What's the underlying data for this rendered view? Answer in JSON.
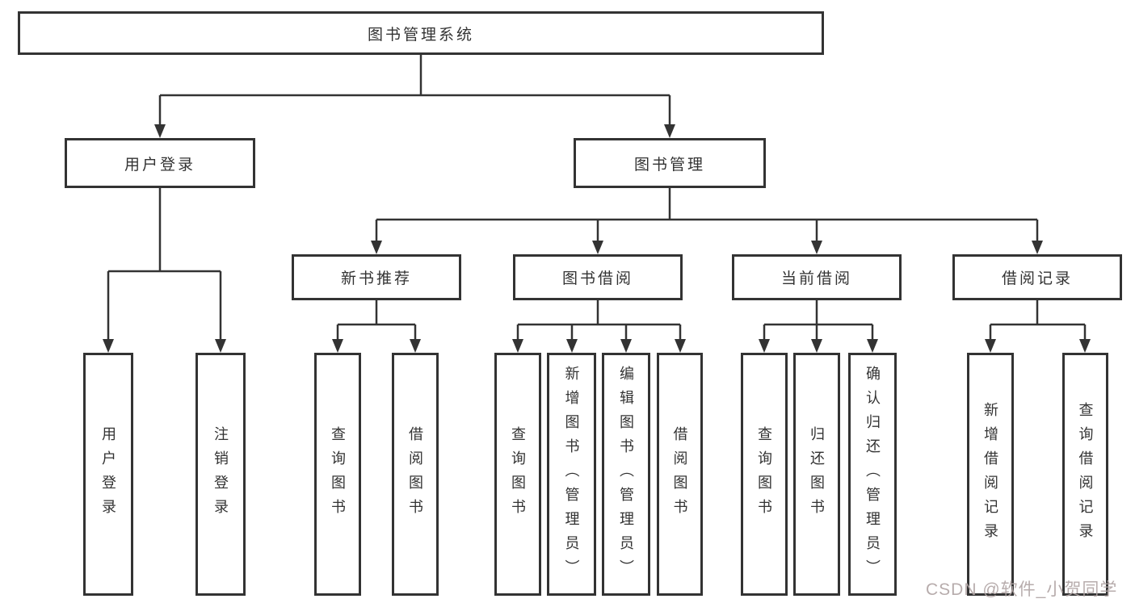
{
  "nodes": {
    "root": "图书管理系统",
    "user_login": "用户登录",
    "book_mgmt": "图书管理",
    "new_book_rec": "新书推荐",
    "book_borrow": "图书借阅",
    "current_borrow": "当前借阅",
    "borrow_records": "借阅记录",
    "leaf_user_login": "用户登录",
    "leaf_logout": "注销登录",
    "leaf_query_books_a": "查询图书",
    "leaf_borrow_books_a": "借阅图书",
    "leaf_query_books_b": "查询图书",
    "leaf_add_books": "新增图书（管理员）",
    "leaf_edit_books": "编辑图书（管理员）",
    "leaf_borrow_books_b": "借阅图书",
    "leaf_query_books_c": "查询图书",
    "leaf_return_books": "归还图书",
    "leaf_confirm_return": "确认归还（管理员）",
    "leaf_add_record": "新增借阅记录",
    "leaf_query_record": "查询借阅记录"
  },
  "watermark": "CSDN @软件_小贺同学",
  "colors": {
    "line": "#333333",
    "box_border": "#333333",
    "text": "#333333",
    "watermark": "#b0a4a4",
    "background": "#ffffff"
  }
}
